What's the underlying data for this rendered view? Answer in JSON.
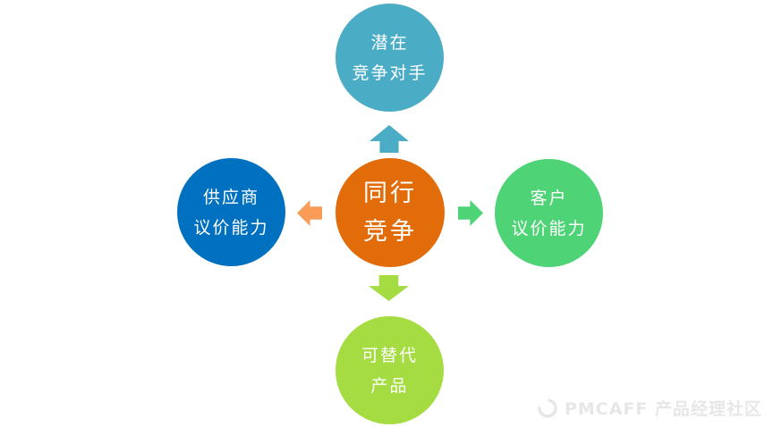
{
  "diagram": {
    "title": "five-forces-diagram",
    "nodes": {
      "top": {
        "line1": "潜在",
        "line2": "竞争对手",
        "color": "#4BACC6"
      },
      "left": {
        "line1": "供应商",
        "line2": "议价能力",
        "color": "#0070C0"
      },
      "center": {
        "line1": "同行",
        "line2": "竞争",
        "color": "#E36C0A"
      },
      "right": {
        "line1": "客户",
        "line2": "议价能力",
        "color": "#4FD377"
      },
      "bottom": {
        "line1": "可替代",
        "line2": "产品",
        "color": "#A4DC41"
      }
    },
    "arrows": {
      "up": {
        "direction": "up",
        "color": "#4BACC6"
      },
      "left": {
        "direction": "left",
        "color": "#F89C58"
      },
      "right": {
        "direction": "right",
        "color": "#4FD377"
      },
      "down": {
        "direction": "down",
        "color": "#A4DC41"
      }
    },
    "text_color": "#ffffff",
    "background_color": "#ffffff"
  },
  "watermark": {
    "text": "PMCAFF 产品经理社区",
    "color": "#e7e7e7",
    "logo": "pmcaff-logo"
  }
}
